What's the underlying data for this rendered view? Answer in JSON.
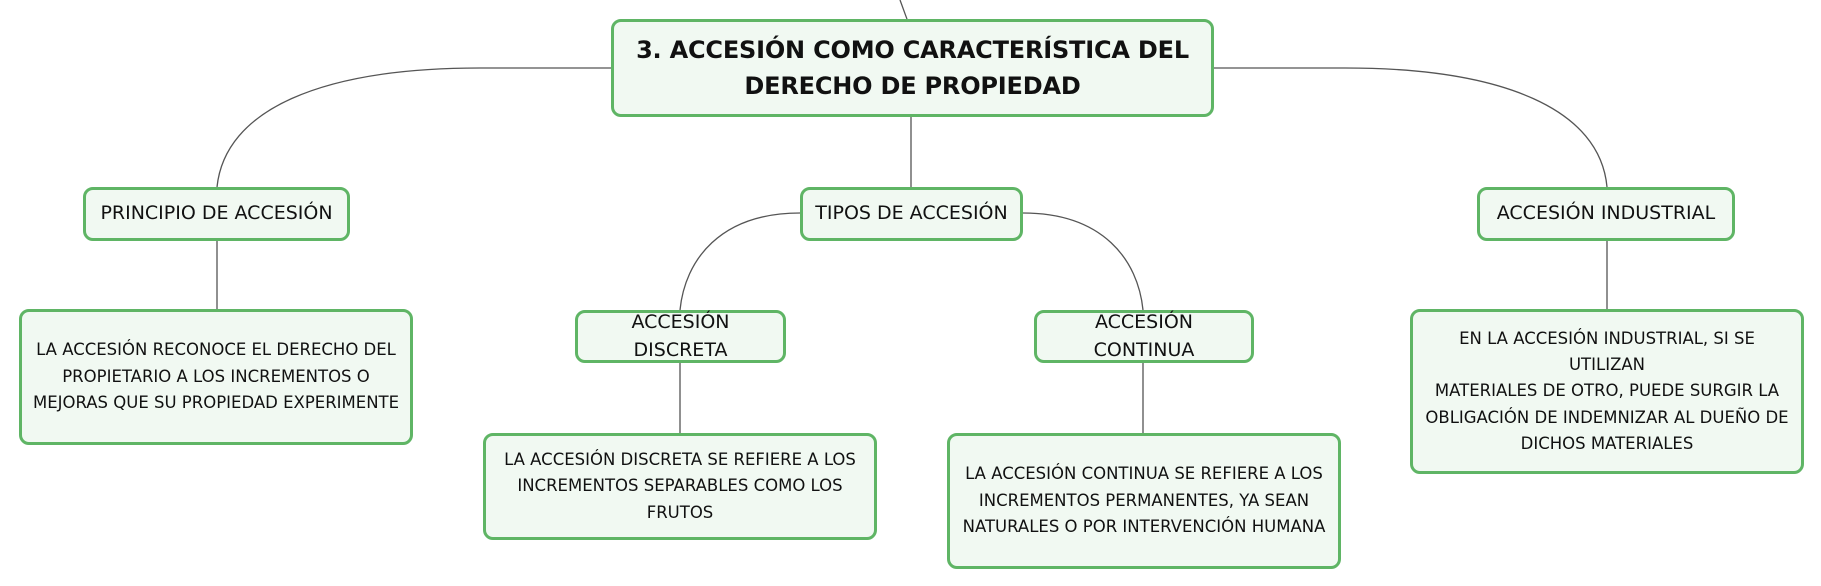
{
  "colors": {
    "node_fill": "#f1f9f2",
    "node_border": "#5fb565",
    "connector": "#555555",
    "background": "#ffffff"
  },
  "root": {
    "line1": "3. ACCESIÓN COMO CARACTERÍSTICA DEL",
    "line2": "DERECHO DE PROPIEDAD"
  },
  "principio": {
    "title": "PRINCIPIO DE ACCESIÓN",
    "detail_lines": [
      "LA ACCESIÓN RECONOCE EL DERECHO DEL",
      "PROPIETARIO A LOS INCREMENTOS O",
      "MEJORAS QUE SU PROPIEDAD EXPERIMENTE"
    ]
  },
  "tipos": {
    "title": "TIPOS DE ACCESIÓN",
    "discreta": {
      "title": "ACCESIÓN DISCRETA",
      "detail_lines": [
        "LA ACCESIÓN DISCRETA SE REFIERE A LOS",
        "INCREMENTOS SEPARABLES COMO LOS",
        "FRUTOS"
      ]
    },
    "continua": {
      "title": "ACCESIÓN CONTINUA",
      "detail_lines": [
        "LA ACCESIÓN CONTINUA SE REFIERE A LOS",
        "INCREMENTOS PERMANENTES, YA SEAN",
        "NATURALES O POR INTERVENCIÓN HUMANA"
      ]
    }
  },
  "industrial": {
    "title": "ACCESIÓN INDUSTRIAL",
    "detail_lines": [
      "EN LA ACCESIÓN INDUSTRIAL, SI SE UTILIZAN",
      "MATERIALES DE OTRO, PUEDE SURGIR LA",
      "OBLIGACIÓN DE INDEMNIZAR AL DUEÑO DE",
      "DICHOS MATERIALES"
    ]
  }
}
